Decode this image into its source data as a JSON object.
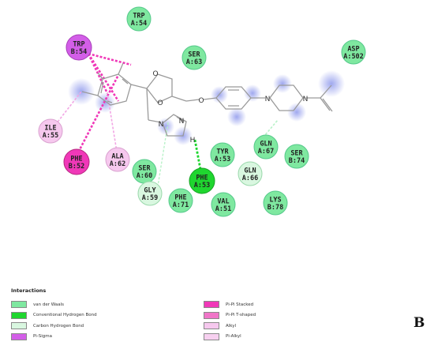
{
  "panel_label": "B",
  "legend": {
    "title": "Interactions",
    "items": [
      {
        "key": "vdw",
        "label": "van der Waals",
        "color": "#7fe8a0"
      },
      {
        "key": "hbond",
        "label": "Conventional Hydrogen Bond",
        "color": "#1fd62f"
      },
      {
        "key": "chbond",
        "label": "Carbon Hydrogen Bond",
        "color": "#d9f7e0"
      },
      {
        "key": "pisigma",
        "label": "Pi-Sigma",
        "color": "#d35ee8"
      },
      {
        "key": "pipi",
        "label": "Pi-Pi Stacked",
        "color": "#f038b8"
      },
      {
        "key": "pit",
        "label": "Pi-Pi T-shaped",
        "color": "#f075c8"
      },
      {
        "key": "alkyl",
        "label": "Alkyl",
        "color": "#f6c8ee"
      },
      {
        "key": "pialkyl",
        "label": "Pi-Alkyl",
        "color": "#f7d0f0"
      }
    ]
  },
  "residues": [
    {
      "id": "TRP54a",
      "name": "TRP",
      "chain": "A:54",
      "type": "vdw"
    },
    {
      "id": "TRPB54",
      "name": "TRP",
      "chain": "B:54",
      "type": "pisigma"
    },
    {
      "id": "SER63",
      "name": "SER",
      "chain": "A:63",
      "type": "vdw"
    },
    {
      "id": "ASP502",
      "name": "ASP",
      "chain": "A:502",
      "type": "vdw"
    },
    {
      "id": "ILE55",
      "name": "ILE",
      "chain": "A:55",
      "type": "alkyl"
    },
    {
      "id": "PHEB52",
      "name": "PHE",
      "chain": "B:52",
      "type": "pipi"
    },
    {
      "id": "ALA62",
      "name": "ALA",
      "chain": "A:62",
      "type": "alkyl"
    },
    {
      "id": "SER60",
      "name": "SER",
      "chain": "A:60",
      "type": "vdw"
    },
    {
      "id": "GLY59",
      "name": "GLY",
      "chain": "A:59",
      "type": "chbond"
    },
    {
      "id": "PHE71",
      "name": "PHE",
      "chain": "A:71",
      "type": "vdw"
    },
    {
      "id": "PHE53",
      "name": "PHE",
      "chain": "A:53",
      "type": "hbond"
    },
    {
      "id": "VAL51",
      "name": "VAL",
      "chain": "A:51",
      "type": "vdw"
    },
    {
      "id": "TYR53",
      "name": "TYR",
      "chain": "A:53",
      "type": "vdw"
    },
    {
      "id": "GLN67",
      "name": "GLN",
      "chain": "A:67",
      "type": "vdw"
    },
    {
      "id": "GLN66",
      "name": "GLN",
      "chain": "A:66",
      "type": "chbond"
    },
    {
      "id": "SER74",
      "name": "SER",
      "chain": "B:74",
      "type": "vdw"
    },
    {
      "id": "LYS78",
      "name": "LYS",
      "chain": "B:78",
      "type": "vdw"
    }
  ],
  "hydrogen_label": "H"
}
